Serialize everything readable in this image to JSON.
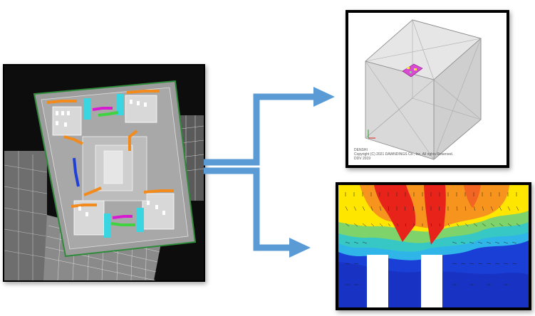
{
  "figure": {
    "left_image": "building rooftop 3D model (equipment layout)",
    "top_right_image": "CFD domain box model",
    "bottom_right_image": "CFD temperature contour with velocity vectors"
  },
  "colors": {
    "arrow": "#5b9bd5",
    "contour_hot": "#e8231a",
    "contour_warm": "#f7941d",
    "contour_mid": "#ffe600",
    "contour_cool": "#37c8c6",
    "contour_cold": "#1a3fd6"
  },
  "small_text": {
    "line1": "DENSHI",
    "line2": "Copyright (C) 2021 DAWNDINGS Co., Inc. All rights Reserved.",
    "line3": "DDV 2019"
  }
}
